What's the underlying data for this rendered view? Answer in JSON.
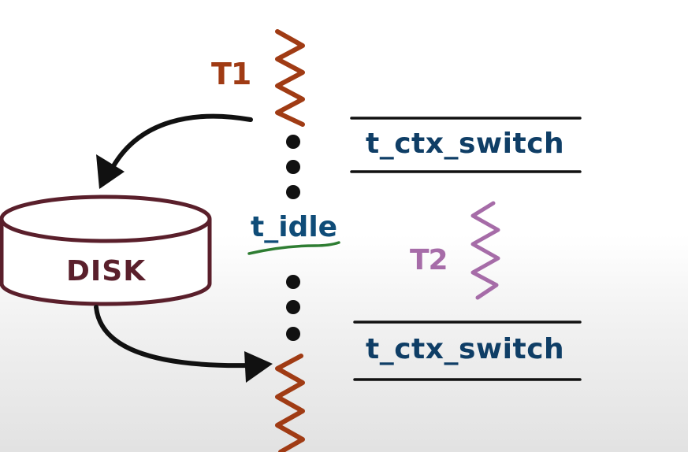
{
  "labels": {
    "thread_1": "T1",
    "thread_2": "T2",
    "disk": "DISK",
    "idle": "t_idle",
    "context_switch_top": "t_ctx_switch",
    "context_switch_bottom": "t_ctx_switch"
  },
  "colors": {
    "thread_1": "#a03b14",
    "thread_2": "#a66ca8",
    "disk_outline": "#5a1f2b",
    "text_blue": "#0f3e66",
    "underline_green": "#2e7d32",
    "arrows": "#111111",
    "dots": "#111111"
  },
  "icons": {
    "thread_1": "squiggle-icon",
    "thread_2": "squiggle-icon",
    "disk": "cylinder-icon",
    "io_request": "curved-arrow-icon",
    "io_return": "curved-arrow-icon"
  }
}
